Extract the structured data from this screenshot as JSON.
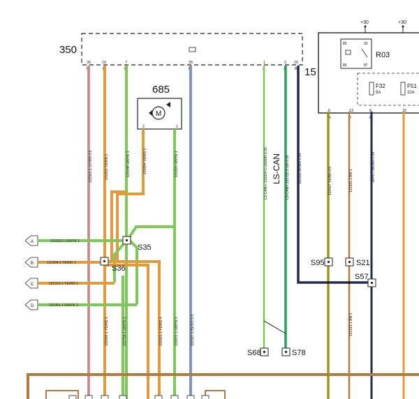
{
  "modules": {
    "m350": {
      "label": "350"
    },
    "m685": {
      "label": "685",
      "motor_symbol": "M"
    },
    "m15": {
      "label": "15"
    },
    "relay": {
      "label": "R03",
      "pin_85": "85",
      "pin_30": "30",
      "pin_86": "86",
      "pin_87": "87"
    },
    "fuse_f32": {
      "label": "F32",
      "rating": "5A"
    },
    "fuse_f51": {
      "label": "F51",
      "rating": "10A"
    },
    "supply_1": "+30",
    "supply_2": "+30"
  },
  "connector_pins_350": [
    {
      "num": "36",
      "let": "B"
    },
    {
      "num": "10",
      "let": "B"
    },
    {
      "num": "7",
      "let": "E"
    },
    {
      "num": "35",
      "let": "B"
    },
    {
      "num": "1",
      "let": "A"
    },
    {
      "num": "2",
      "let": "A"
    },
    {
      "num": "20",
      "let": "B"
    }
  ],
  "connector_pins_15": [
    {
      "num": "5",
      "let": "A"
    },
    {
      "num": "13",
      "let": "D"
    },
    {
      "num": "8",
      "let": "E"
    },
    {
      "num": "15",
      "let": "E"
    }
  ],
  "motor_pins": {
    "left": "2",
    "right": "1"
  },
  "bus_label": "LS-CAN",
  "splices": {
    "s35": "S35",
    "s36": "S36",
    "s95": "S95",
    "s21": "S21",
    "s57": "S57",
    "s68": "S68",
    "s78": "S78"
  },
  "off_page": [
    {
      "letter": "A",
      "wire": "131323.1 GN/YE 1"
    },
    {
      "letter": "B",
      "wire": "131904.1 YE/RD 1"
    },
    {
      "letter": "C",
      "wire": "131310.1 YE/RD 1"
    },
    {
      "letter": "D",
      "wire": "131351.1 GN/YE 1"
    }
  ],
  "wire_labels": {
    "w36": "131563.1 GY/RD 0.5",
    "w10": "131651 YE/RD 1",
    "w7": "131548 GN/YE 1",
    "w_m_left": "131804 YE/RD 1",
    "w35_top": "131920 GN/YE 1",
    "w_can_l": "LS-CAN+/ 132004.5 GN/WH 0.35",
    "w_can_h": "LS-CAN-/ 131733.5 GN 0.35",
    "w20": "183282 BK/BU 0.35",
    "w_a": "131427 YE/BK 0.5",
    "w_d": "131919.2 BN 1",
    "w_e8": "184477 BK/BU 0.35",
    "w10_low": "132066.1 YE/RD 1",
    "w7_low": "131754.1 GN/YE 1",
    "w_mid_low": "131921.1 YE/RD 1",
    "w_gn_low": "131872.1 GN/YE 1",
    "w35_low": "131527.1 BL/GY 0.5",
    "w_d_low": "131919.1 BN 1"
  },
  "colors": {
    "orange": "#e39a3a",
    "green": "#7cc95a",
    "darkgreen": "#28a35a",
    "blue": "#7d95c0",
    "navy": "#1f2a55",
    "olive": "#9a9a1a",
    "brown": "#b5793b",
    "pink": "#d99a9a",
    "black": "#111111"
  }
}
